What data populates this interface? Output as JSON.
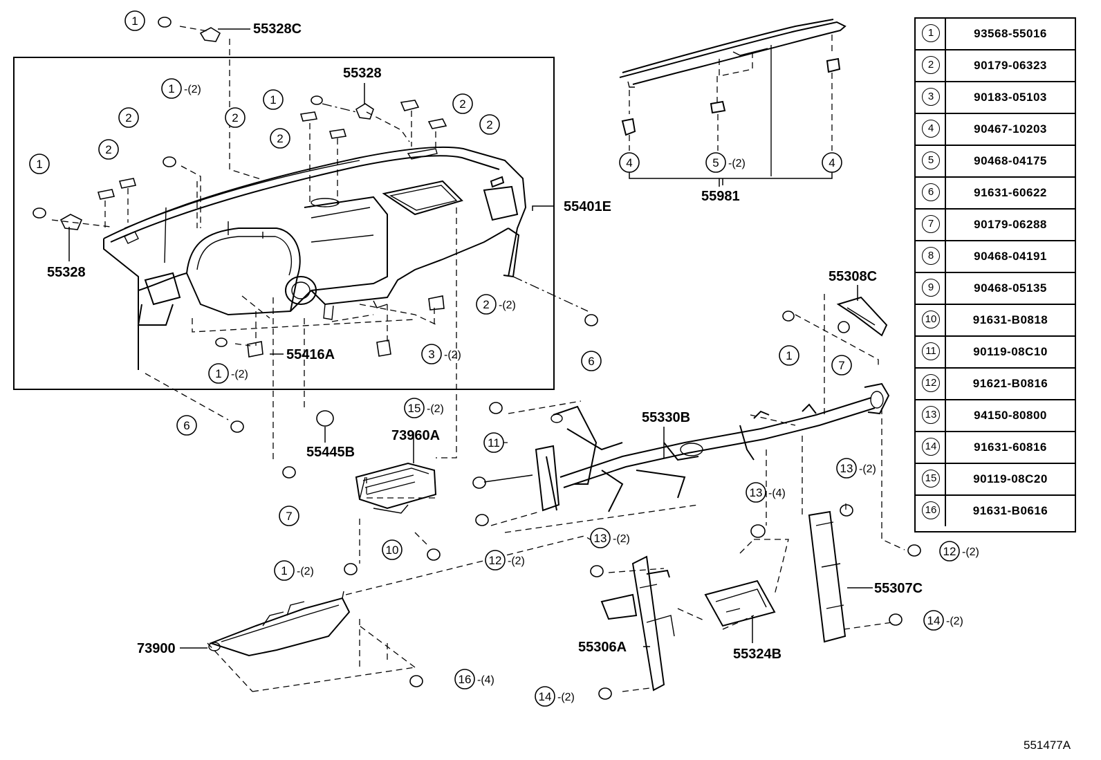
{
  "diagram_id": "551477A",
  "labels": {
    "p55328C": "55328C",
    "p55328_top": "55328",
    "p55328_left": "55328",
    "p55401E": "55401E",
    "p55416A": "55416A",
    "p55445B": "55445B",
    "p73960A": "73960A",
    "p55981": "55981",
    "p55308C": "55308C",
    "p55330B": "55330B",
    "p55307C": "55307C",
    "p55324B": "55324B",
    "p55306A": "55306A",
    "p73900": "73900"
  },
  "callouts": [
    {
      "id": "c1a",
      "num": "1",
      "qty": ""
    },
    {
      "id": "c1b",
      "num": "1",
      "qty": "(2)"
    },
    {
      "id": "c1c",
      "num": "1",
      "qty": ""
    },
    {
      "id": "c1d",
      "num": "1",
      "qty": ""
    },
    {
      "id": "c1e",
      "num": "1",
      "qty": "(2)"
    },
    {
      "id": "c1f",
      "num": "1",
      "qty": ""
    },
    {
      "id": "c1g",
      "num": "1",
      "qty": "(2)"
    },
    {
      "id": "c2a",
      "num": "2",
      "qty": ""
    },
    {
      "id": "c2b",
      "num": "2",
      "qty": ""
    },
    {
      "id": "c2c",
      "num": "2",
      "qty": ""
    },
    {
      "id": "c2d",
      "num": "2",
      "qty": ""
    },
    {
      "id": "c2e",
      "num": "2",
      "qty": ""
    },
    {
      "id": "c2f",
      "num": "2",
      "qty": ""
    },
    {
      "id": "c2g",
      "num": "2",
      "qty": "(2)"
    },
    {
      "id": "c3a",
      "num": "3",
      "qty": "(2)"
    },
    {
      "id": "c4a",
      "num": "4",
      "qty": ""
    },
    {
      "id": "c4b",
      "num": "4",
      "qty": ""
    },
    {
      "id": "c5a",
      "num": "5",
      "qty": "(2)"
    },
    {
      "id": "c6a",
      "num": "6",
      "qty": ""
    },
    {
      "id": "c6b",
      "num": "6",
      "qty": ""
    },
    {
      "id": "c7a",
      "num": "7",
      "qty": ""
    },
    {
      "id": "c7b",
      "num": "7",
      "qty": ""
    },
    {
      "id": "c10a",
      "num": "10",
      "qty": ""
    },
    {
      "id": "c11a",
      "num": "11",
      "qty": ""
    },
    {
      "id": "c12a",
      "num": "12",
      "qty": "(2)"
    },
    {
      "id": "c12b",
      "num": "12",
      "qty": "(2)"
    },
    {
      "id": "c13a",
      "num": "13",
      "qty": "(4)"
    },
    {
      "id": "c13b",
      "num": "13",
      "qty": "(2)"
    },
    {
      "id": "c13c",
      "num": "13",
      "qty": "(2)"
    },
    {
      "id": "c14a",
      "num": "14",
      "qty": "(2)"
    },
    {
      "id": "c14b",
      "num": "14",
      "qty": "(2)"
    },
    {
      "id": "c15a",
      "num": "15",
      "qty": "(2)"
    },
    {
      "id": "c16a",
      "num": "16",
      "qty": "(4)"
    }
  ],
  "legend": [
    {
      "idx": "1",
      "part": "93568-55016"
    },
    {
      "idx": "2",
      "part": "90179-06323"
    },
    {
      "idx": "3",
      "part": "90183-05103"
    },
    {
      "idx": "4",
      "part": "90467-10203"
    },
    {
      "idx": "5",
      "part": "90468-04175"
    },
    {
      "idx": "6",
      "part": "91631-60622"
    },
    {
      "idx": "7",
      "part": "90179-06288"
    },
    {
      "idx": "8",
      "part": "90468-04191"
    },
    {
      "idx": "9",
      "part": "90468-05135"
    },
    {
      "idx": "10",
      "part": "91631-B0818"
    },
    {
      "idx": "11",
      "part": "90119-08C10"
    },
    {
      "idx": "12",
      "part": "91621-B0816"
    },
    {
      "idx": "13",
      "part": "94150-80800"
    },
    {
      "idx": "14",
      "part": "91631-60816"
    },
    {
      "idx": "15",
      "part": "90119-08C20"
    },
    {
      "idx": "16",
      "part": "91631-B0616"
    }
  ]
}
